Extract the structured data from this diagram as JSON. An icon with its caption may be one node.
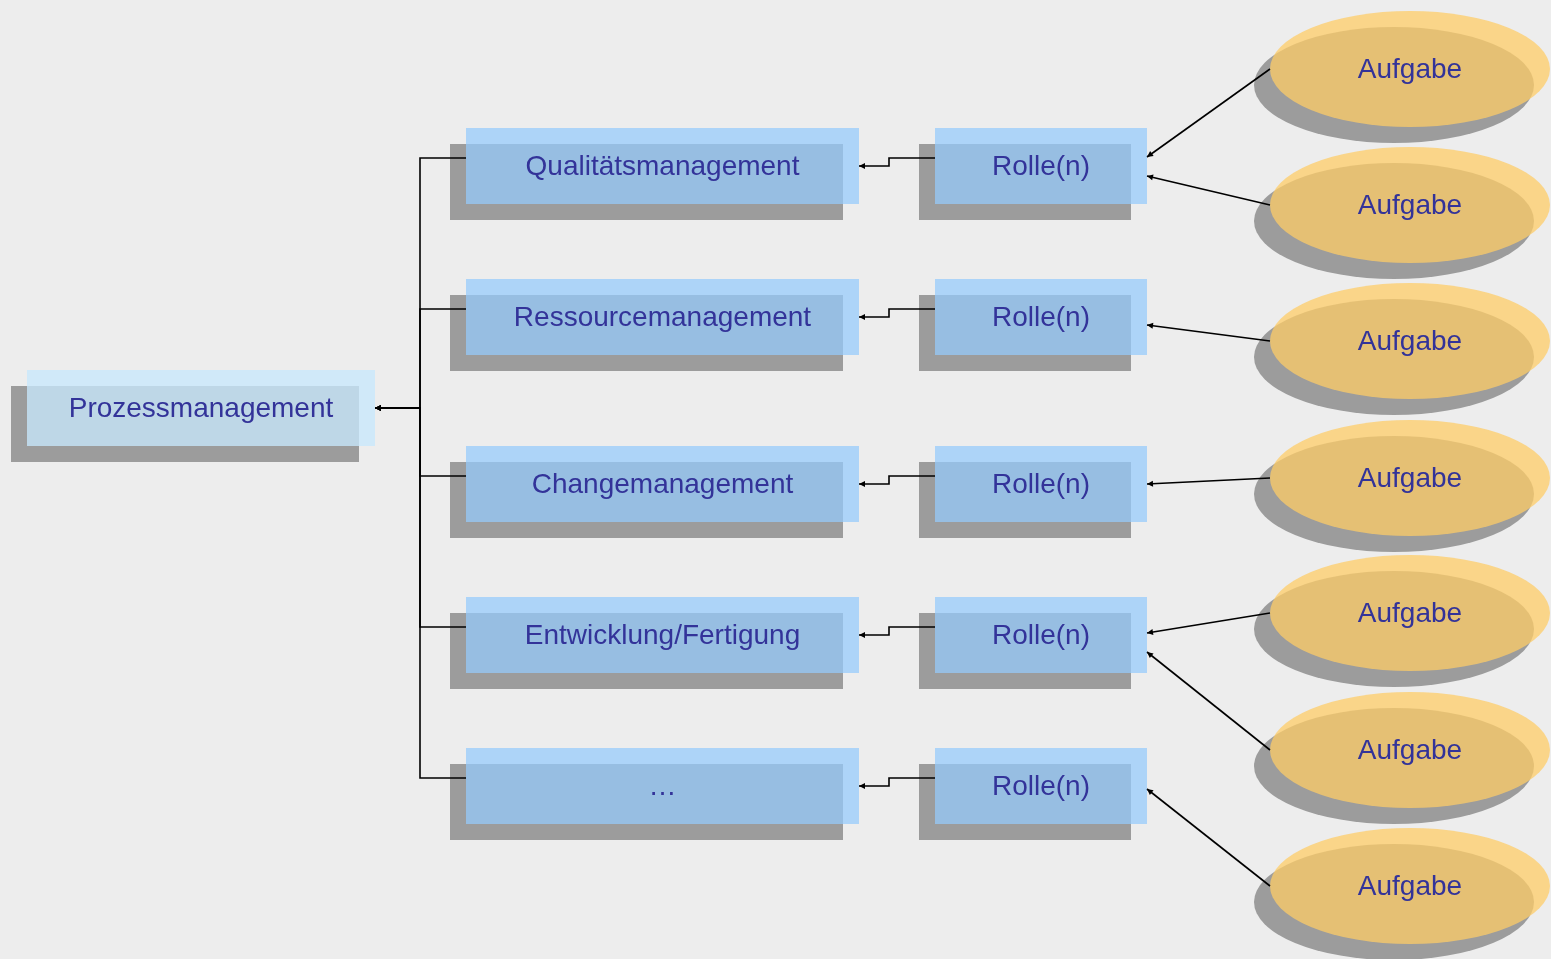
{
  "diagram": {
    "nodes": [
      {
        "text": [
          "Prozessmanagement"
        ]
      },
      {
        "text": [
          "Qualitätsmanagement"
        ]
      },
      {
        "text": [
          "Ressourcemanagement"
        ]
      },
      {
        "text": [
          "Changemanagement"
        ]
      },
      {
        "text": [
          "Entwicklung/Fertigung"
        ]
      },
      {
        "text": [
          "…"
        ]
      },
      {
        "text": [
          "Rolle(n)"
        ]
      },
      {
        "text": [
          "Rolle(n)"
        ]
      },
      {
        "text": [
          "Rolle(n)"
        ]
      },
      {
        "text": [
          "Rolle(n)"
        ]
      },
      {
        "text": [
          "Rolle(n)"
        ]
      },
      {
        "text": [
          "Aufgabe"
        ]
      },
      {
        "text": [
          "Aufgabe"
        ]
      },
      {
        "text": [
          "Aufgabe"
        ]
      },
      {
        "text": [
          "Aufgabe"
        ]
      },
      {
        "text": [
          "Aufgabe"
        ]
      },
      {
        "text": [
          "Aufgabe"
        ]
      },
      {
        "text": [
          "Aufgabe"
        ]
      }
    ],
    "edges": [
      {
        "from": 1,
        "to": 0,
        "arrow": "to"
      },
      {
        "from": 2,
        "to": 0,
        "arrow": "to"
      },
      {
        "from": 3,
        "to": 0,
        "arrow": "to"
      },
      {
        "from": 4,
        "to": 0,
        "arrow": "to"
      },
      {
        "from": 5,
        "to": 0,
        "arrow": "to"
      },
      {
        "from": 6,
        "to": 1,
        "arrow": "to"
      },
      {
        "from": 7,
        "to": 2,
        "arrow": "to"
      },
      {
        "from": 8,
        "to": 3,
        "arrow": "to"
      },
      {
        "from": 9,
        "to": 4,
        "arrow": "to"
      },
      {
        "from": 10,
        "to": 5,
        "arrow": "to"
      },
      {
        "from": 11,
        "to": 6,
        "arrow": "to"
      },
      {
        "from": 12,
        "to": 6,
        "arrow": "to"
      },
      {
        "from": 13,
        "to": 7,
        "arrow": "to"
      },
      {
        "from": 14,
        "to": 8,
        "arrow": "to"
      },
      {
        "from": 15,
        "to": 9,
        "arrow": "to"
      },
      {
        "from": 16,
        "to": 9,
        "arrow": "to"
      },
      {
        "from": 17,
        "to": 10,
        "arrow": "to"
      }
    ]
  }
}
